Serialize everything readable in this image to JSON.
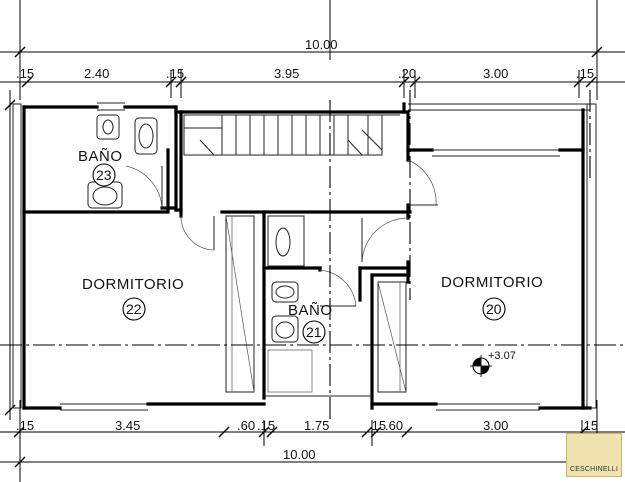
{
  "plan": {
    "dims_top": {
      "overall": "10.00",
      "segments": [
        ".15",
        "2.40",
        ".15",
        "3.95",
        ".20",
        "3.00",
        ".15"
      ]
    },
    "dims_bottom": {
      "overall": "10.00",
      "segments": [
        ".15",
        "3.45",
        ".60",
        ".15",
        "1.75",
        ".15",
        ".60",
        "3.00",
        ".15"
      ]
    },
    "rooms": [
      {
        "name": "BAÑO",
        "number": "23"
      },
      {
        "name": "DORMITORIO",
        "number": "22"
      },
      {
        "name": "BAÑO",
        "number": "21"
      },
      {
        "name": "DORMITORIO",
        "number": "20"
      }
    ],
    "level_mark": "+3.07",
    "logo_text": "CESCHINELLI"
  }
}
